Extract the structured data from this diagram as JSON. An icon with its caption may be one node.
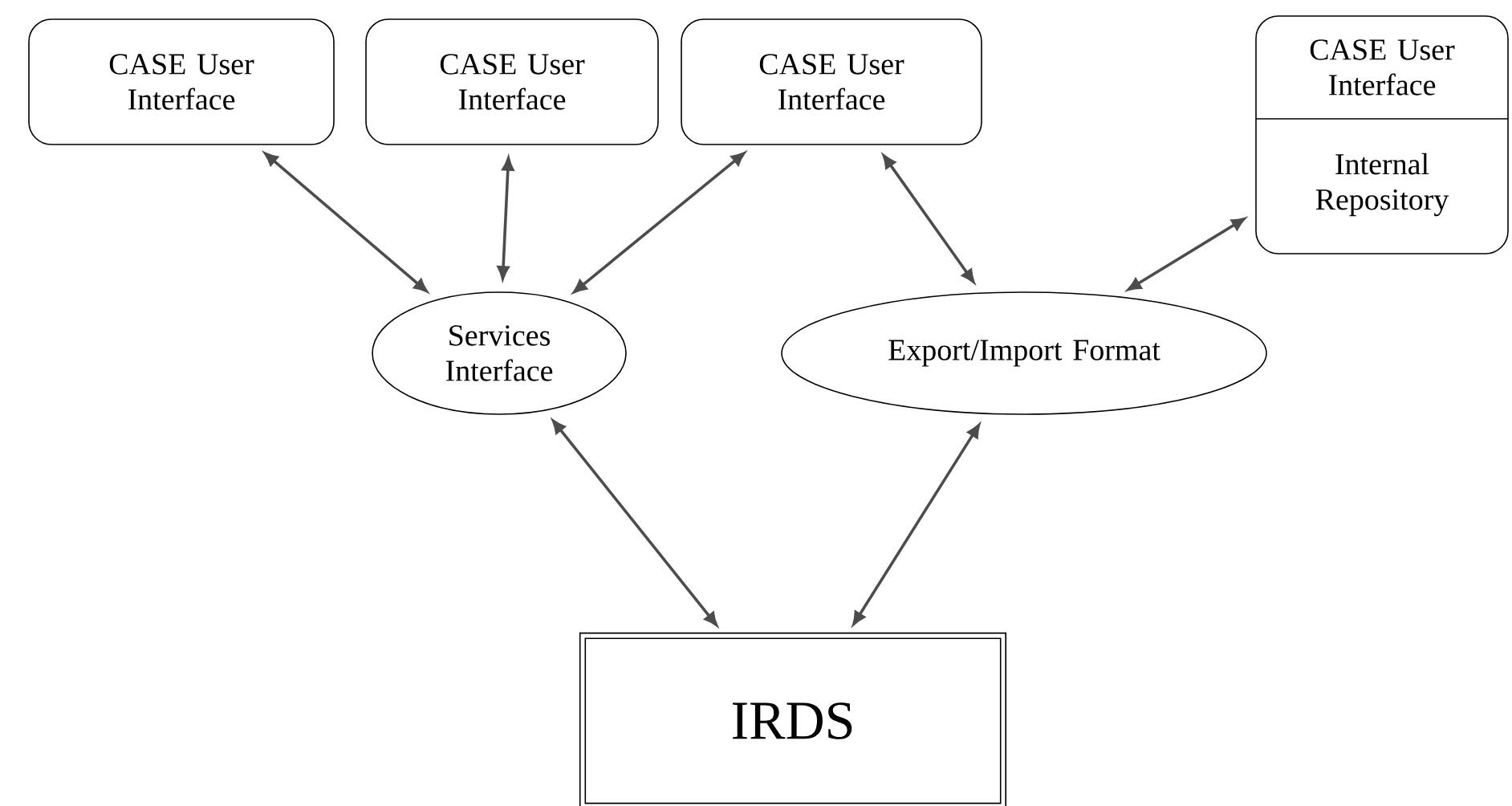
{
  "diagram": {
    "nodes": [
      {
        "text": [
          "CASE User Interface"
        ]
      },
      {
        "text": [
          "CASE User Interface"
        ]
      },
      {
        "text": [
          "CASE User Interface"
        ]
      },
      {
        "text": [
          "CASE User Interface",
          "Internal Repository"
        ]
      },
      {
        "text": [
          "Services Interface"
        ]
      },
      {
        "text": [
          "Export/Import Format"
        ]
      },
      {
        "text": [
          "IRDS"
        ]
      }
    ],
    "edges": [
      {
        "from": 0,
        "to": 4,
        "arrow": "both"
      },
      {
        "from": 1,
        "to": 4,
        "arrow": "both"
      },
      {
        "from": 2,
        "to": 4,
        "arrow": "both"
      },
      {
        "from": 2,
        "to": 5,
        "arrow": "both"
      },
      {
        "from": 3,
        "to": 5,
        "arrow": "both"
      },
      {
        "from": 4,
        "to": 6,
        "arrow": "both"
      },
      {
        "from": 5,
        "to": 6,
        "arrow": "both"
      }
    ]
  }
}
